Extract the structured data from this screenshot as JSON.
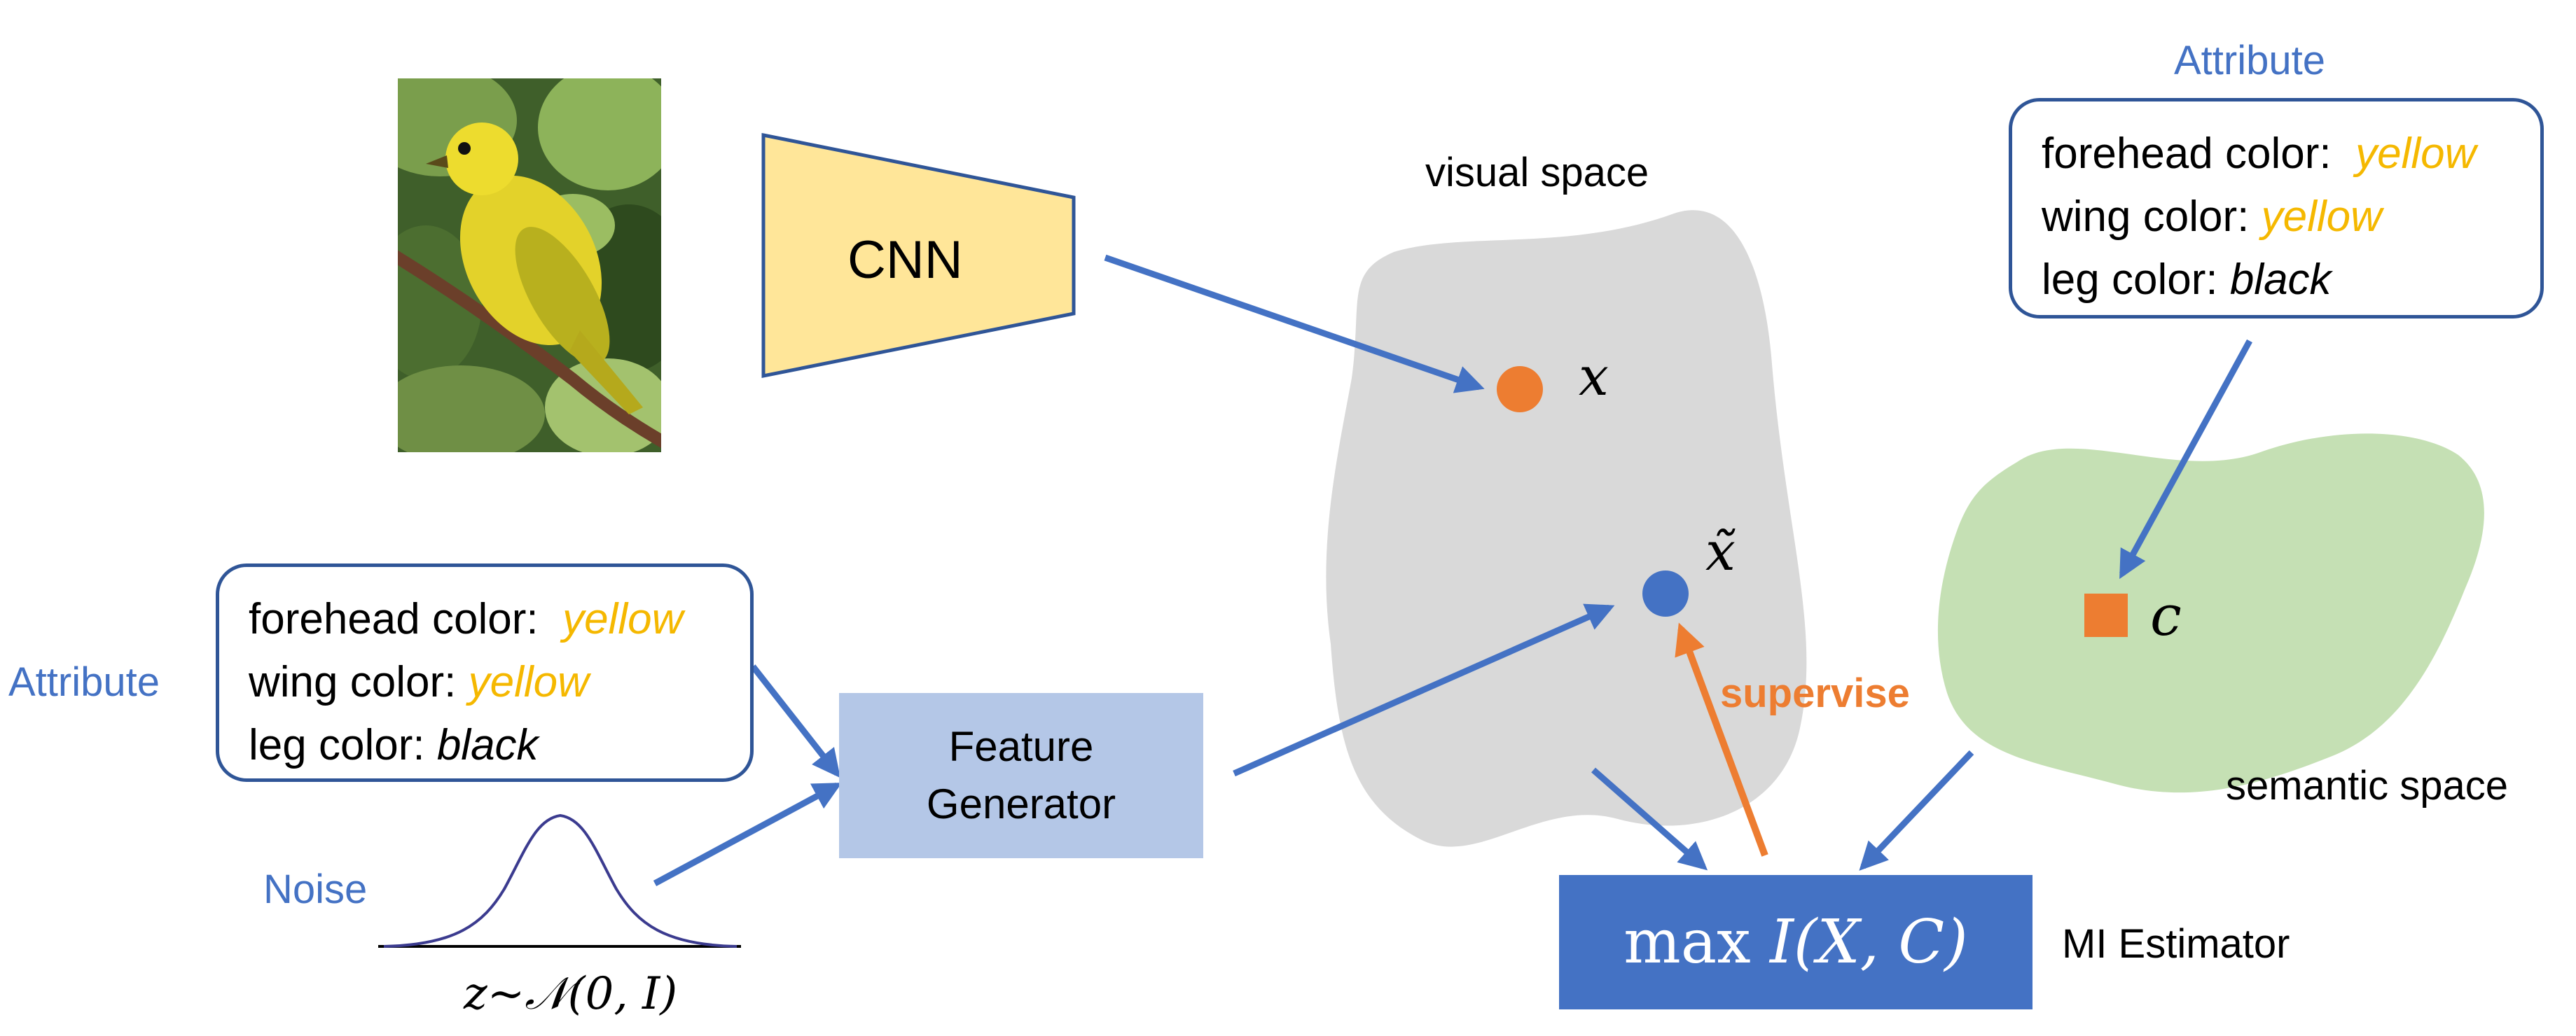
{
  "image": {
    "bird_photo": {
      "icon": "yellow-bird-photo-icon"
    },
    "cnn_label": "CNN",
    "visual_space_label": "visual space",
    "semantic_space_label": "semantic space",
    "x_label": "x",
    "x_tilde_label": "x̃",
    "c_label": "c",
    "supervise_label": "supervise",
    "attribute_top": {
      "title": "Attribute",
      "lines": [
        {
          "key": "forehead color:",
          "value": "yellow"
        },
        {
          "key": "wing color:",
          "value": "yellow"
        },
        {
          "key": "leg color:",
          "value": "black"
        }
      ]
    },
    "attribute_left": {
      "title": "Attribute",
      "lines": [
        {
          "key": "forehead color:",
          "value": "yellow"
        },
        {
          "key": "wing color:",
          "value": "yellow"
        },
        {
          "key": "leg color:",
          "value": "black"
        }
      ]
    },
    "feature_generator": {
      "line1": "Feature",
      "line2": "Generator"
    },
    "noise_label": "Noise",
    "noise_formula": "z~𝒩(0, I)",
    "mi_formula_prefix": "max ",
    "mi_formula_body": "I(X, C)",
    "mi_estimator_label": "MI Estimator"
  },
  "colors": {
    "arrow_blue": "#4472c4",
    "arrow_orange": "#ed7d31",
    "visual_space_fill": "#d9d9d9",
    "semantic_space_fill": "#c5e0b4",
    "cnn_fill": "#ffe699",
    "generator_fill": "#b4c7e7",
    "mi_fill": "#4472c4",
    "attribute_value_yellow": "#f5b800",
    "box_border": "#2f5597",
    "x_point": "#ed7d31",
    "x_tilde_point": "#4472c4",
    "c_point": "#ed7d31"
  }
}
